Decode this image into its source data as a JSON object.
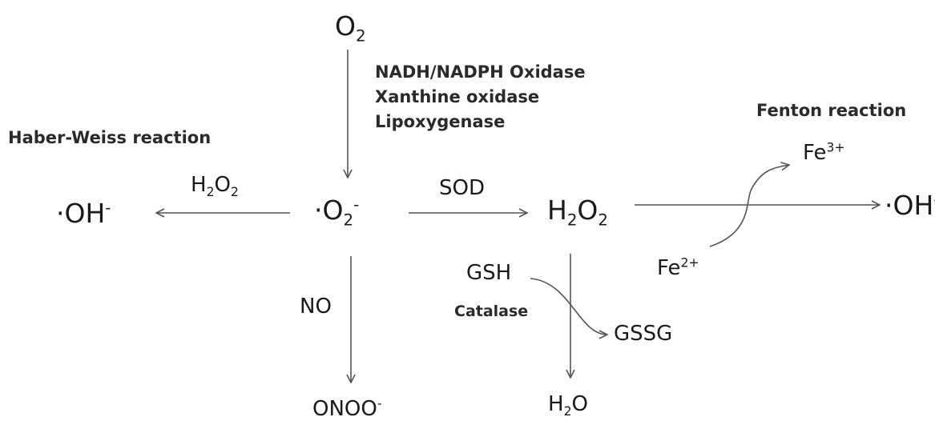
{
  "species": {
    "o2": {
      "base": "O",
      "sub": "2"
    },
    "superoxide": {
      "pre": "·O",
      "sub": "2",
      "sup": "-"
    },
    "h2o2": {
      "a": "H",
      "sub1": "2",
      "b": "O",
      "sub2": "2"
    },
    "oh_left": {
      "base": "·OH",
      "sup": "-"
    },
    "oh_right": {
      "base": "·OH",
      "sup": "-"
    },
    "onoo": {
      "base": "ONOO",
      "sup": "-"
    },
    "h2o": {
      "a": "H",
      "sub": "2",
      "b": "O"
    },
    "gsh": "GSH",
    "gssg": "GSSG",
    "fe3": {
      "base": "Fe",
      "sup": "3+"
    },
    "fe2": {
      "base": "Fe",
      "sup": "2+"
    }
  },
  "reagents": {
    "h2o2_left": {
      "a": "H",
      "sub1": "2",
      "b": "O",
      "sub2": "2"
    },
    "sod": "SOD",
    "no": "NO",
    "catalase": "Catalase"
  },
  "enzymes": [
    "NADH/NADPH Oxidase",
    "Xanthine oxidase",
    "Lipoxygenase"
  ],
  "reactions": {
    "haber_weiss": "Haber-Weiss reaction",
    "fenton": "Fenton reaction"
  },
  "colors": {
    "text": "#1a1a1a",
    "arrow": "#555555"
  }
}
